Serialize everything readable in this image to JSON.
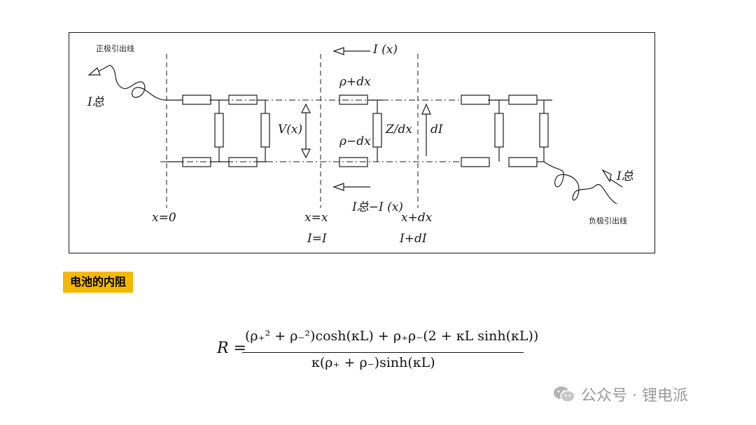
{
  "diagram": {
    "current_top": "I (x)",
    "current_bottom": "I总−I (x)",
    "rho_plus": "ρ+dx",
    "rho_minus": "ρ−dx",
    "impedance": "Z/dx",
    "voltage": "V(x)",
    "dI": "dI",
    "pos_label": "正极引出线",
    "neg_label": "负极引出线",
    "i_total_left": "I总",
    "i_total_right": "I总",
    "x0": "x=0",
    "xx": "x=x",
    "xdx": "x+dx",
    "ii": "I=I",
    "idi": "I+dI"
  },
  "section": {
    "title": "电池的内阻"
  },
  "formula": {
    "lhs": "R =",
    "numerator": "(ρ₊² + ρ₋²)cosh(κL) + ρ₊ρ₋(2 + κL sinh(κL))",
    "denominator": "κ(ρ₊ + ρ₋)sinh(κL)"
  },
  "watermark": {
    "text": "公众号 · 锂电派"
  },
  "colors": {
    "accent": "#f5b800",
    "line": "#1a1a1a",
    "watermark": "#9a9a9a"
  }
}
